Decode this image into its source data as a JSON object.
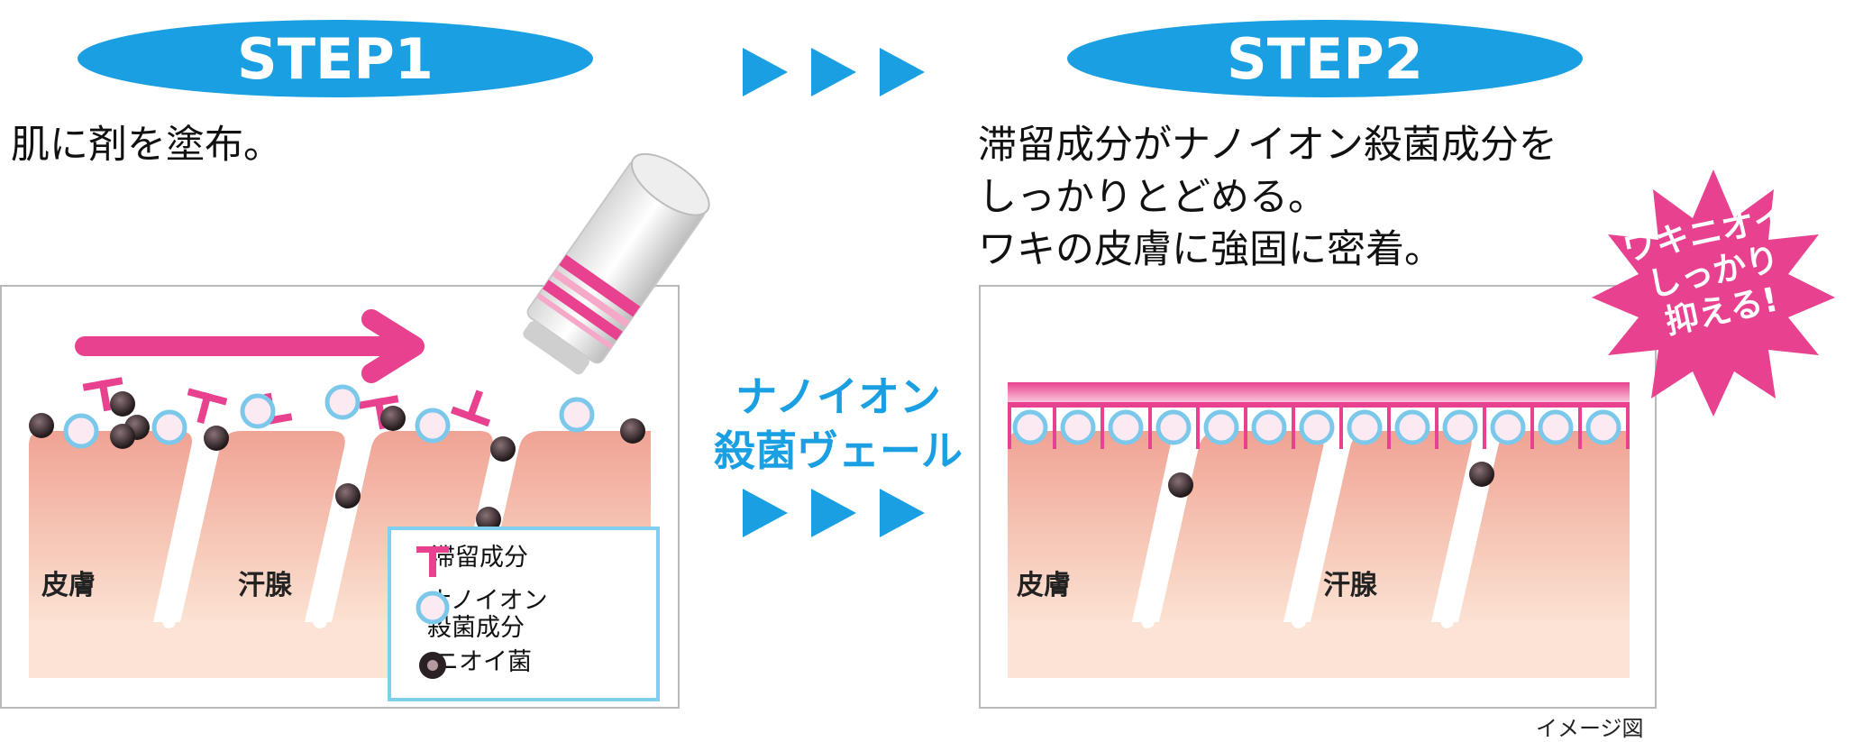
{
  "step1": {
    "title": "STEP1",
    "caption": "肌に剤を塗布。",
    "skin_label": "皮膚",
    "gland_label": "汗腺"
  },
  "step2": {
    "title": "STEP2",
    "caption": "滞留成分がナノイオン殺菌成分を\nしっかりとどめる。\nワキの皮膚に強固に密着。",
    "skin_label": "皮膚",
    "gland_label": "汗腺"
  },
  "legend": {
    "items": [
      {
        "icon": "retention-component-icon",
        "label": "滞留成分"
      },
      {
        "icon": "nano-ion-icon",
        "label": "ナノイオン\n殺菌成分"
      },
      {
        "icon": "odor-bacteria-icon",
        "label": "ニオイ菌"
      }
    ]
  },
  "middle": {
    "veil_label": "ナノイオン\n殺菌ヴェール"
  },
  "badge": {
    "text": "ワキニオイ\nしっかり\n抑える!"
  },
  "footer": {
    "note": "イメージ図"
  },
  "colors": {
    "accent_blue": "#1aa0e2",
    "magenta": "#e8418f",
    "skin": "#f2a99c",
    "nano_ion_ring": "#7cc8ea",
    "bacteria": "#2b2124"
  }
}
